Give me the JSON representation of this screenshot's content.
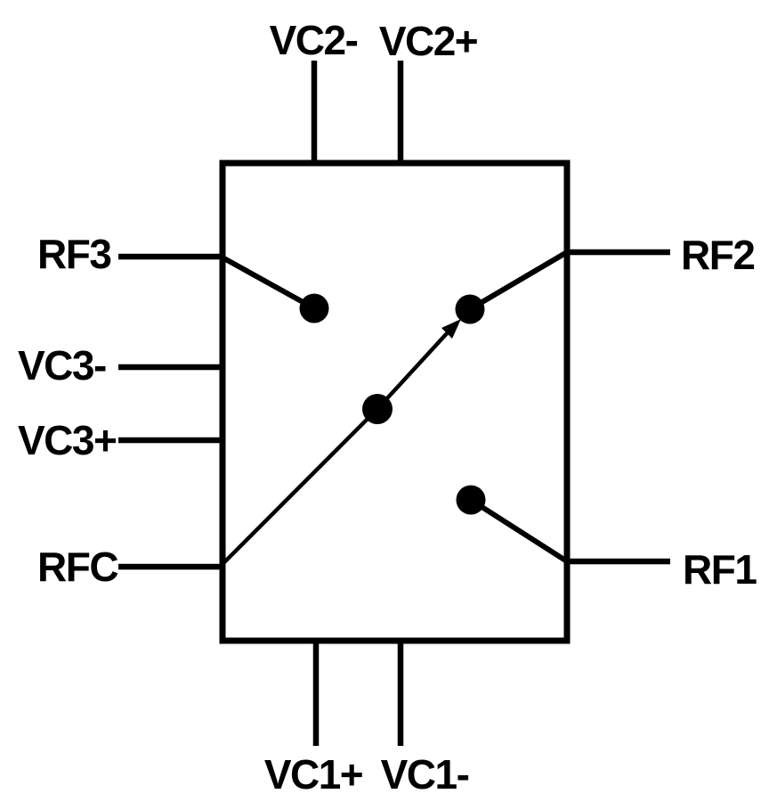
{
  "ports": {
    "vc2_minus": "VC2-",
    "vc2_plus": "VC2+",
    "rf3": "RF3",
    "vc3_minus": "VC3-",
    "vc3_plus": "VC3+",
    "rfc": "RFC",
    "rf2": "RF2",
    "rf1": "RF1",
    "vc1_plus": "VC1+",
    "vc1_minus": "VC1-"
  },
  "colors": {
    "ink": "#000000",
    "background": "#ffffff"
  }
}
